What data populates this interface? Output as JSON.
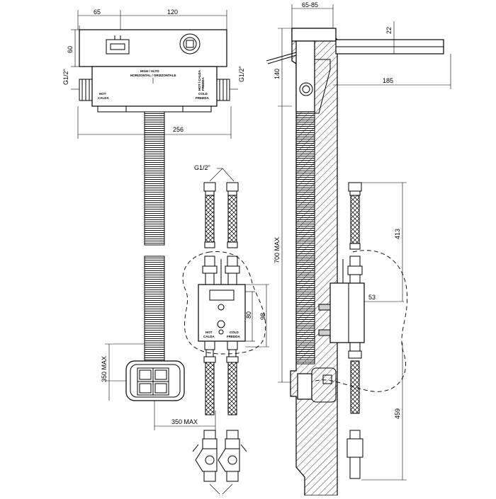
{
  "dimensions": {
    "d65": "65",
    "d120": "120",
    "d60": "60",
    "d256": "256",
    "g12_left": "G1/2\"",
    "g12_right": "G1/2\"",
    "d65_85": "65-85",
    "d22": "22",
    "d140": "140",
    "d185": "185",
    "g12_hoses": "G1/2\"",
    "d413": "413",
    "d700max": "700 MAX",
    "d80": "80",
    "d98": "98",
    "d53": "53",
    "d350max_v": "350 MAX",
    "d350max_h": "350 MAX",
    "d459": "459"
  },
  "labels": {
    "body_hot": "HOT",
    "body_calda": "CALDA",
    "body_cold": "COLD",
    "body_fredda": "FREDDA",
    "body_center1": "HIGH / ALTO",
    "body_center2": "HORIZONTAL / ORIZZONTALE",
    "body_side1": "HOT / CALDA",
    "body_side2": "FREDDA",
    "box_hot": "HOT",
    "box_calda": "CALDA",
    "box_cold": "COLD",
    "box_fredda": "FREDDA"
  }
}
